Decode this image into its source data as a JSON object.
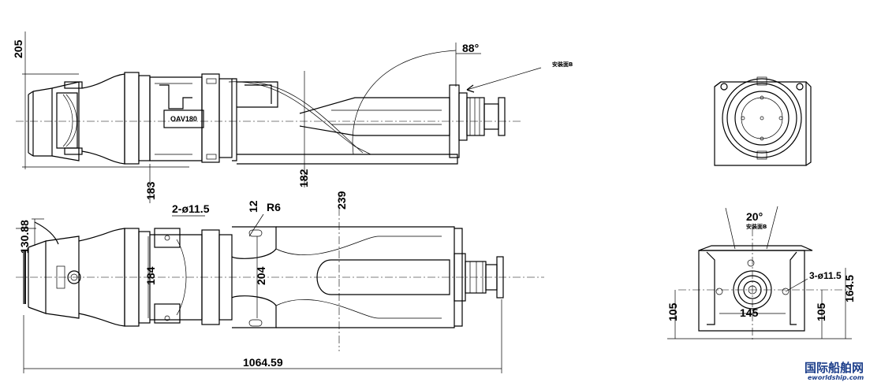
{
  "top_view": {
    "model_label": "OAV180",
    "dim_205": "205",
    "dim_183": "183",
    "dim_182": "182",
    "angle_88": "88°",
    "mount_label": "安装面B"
  },
  "plan_view": {
    "dim_130_88": "130.88",
    "hole_label": "2-ø11.5",
    "dim_12": "12",
    "radius_label": "R6",
    "dim_239": "239",
    "dim_184": "184",
    "dim_204": "204",
    "overall_length": "1064.59"
  },
  "end_view": {
    "angle_20": "20°",
    "mount_label": "安装面B",
    "hole_label": "3-ø11.5",
    "dim_105_left": "105",
    "dim_145": "145",
    "dim_105_right": "105",
    "dim_164_5": "164.5"
  },
  "watermark": {
    "title": "国际船舶网",
    "url": "eworldship.com"
  }
}
